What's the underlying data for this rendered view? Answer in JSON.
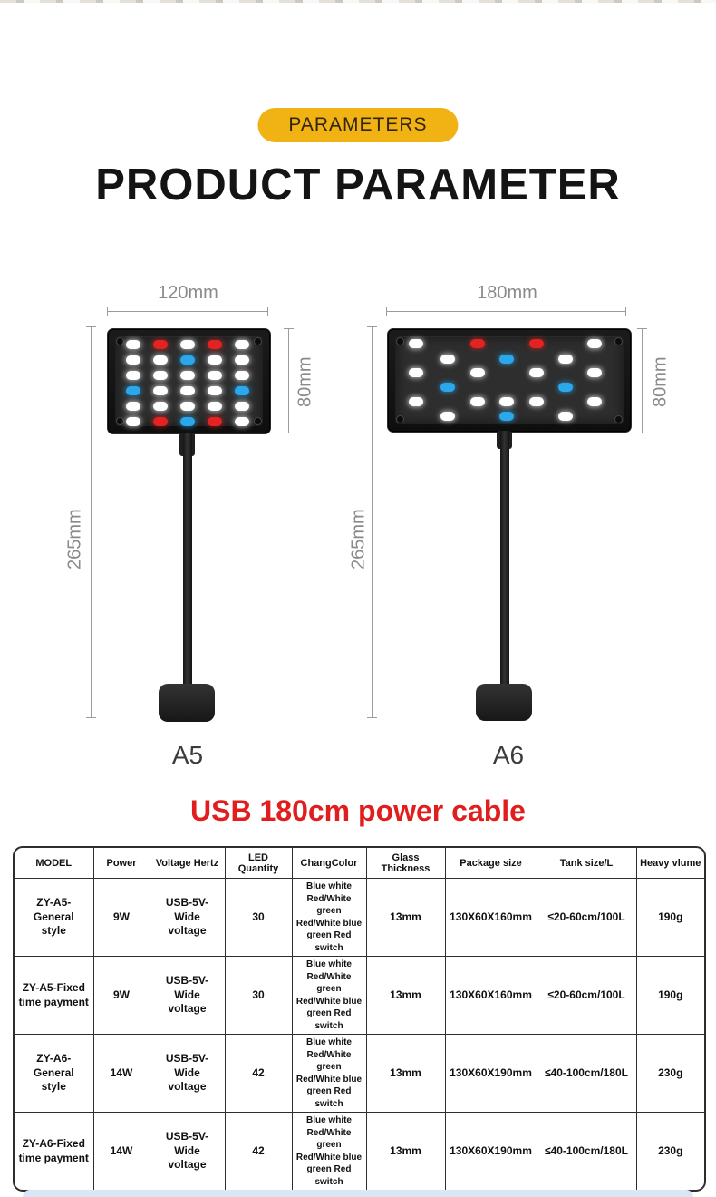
{
  "badge": {
    "label": "PARAMETERS"
  },
  "title": "PRODUCT PARAMETER",
  "cable_note": "USB 180cm power cable",
  "colors": {
    "accent_yellow": "#F1B214",
    "red_text": "#E11D1D",
    "led_red": "#E32222",
    "led_blue": "#2BA7EC",
    "led_white": "#FFFFFF",
    "dim_gray": "#8A8A8A"
  },
  "lamps": [
    {
      "name": "A5",
      "width_label": "120mm",
      "height_label": "80mm",
      "stem_label": "265mm",
      "led_grid": [
        "WRWRW",
        "WWBWW",
        "WWWWW",
        "BWWWB",
        "WWWWW",
        "WRBRW"
      ]
    },
    {
      "name": "A6",
      "width_label": "180mm",
      "height_label": "80mm",
      "stem_label": "265mm",
      "leds": [
        [
          23,
          8,
          "W"
        ],
        [
          91,
          8,
          "R"
        ],
        [
          156,
          8,
          "R"
        ],
        [
          220,
          8,
          "W"
        ],
        [
          58,
          25,
          "W"
        ],
        [
          123,
          25,
          "B"
        ],
        [
          188,
          25,
          "W"
        ],
        [
          23,
          40,
          "W"
        ],
        [
          91,
          40,
          "W"
        ],
        [
          156,
          40,
          "W"
        ],
        [
          220,
          40,
          "W"
        ],
        [
          58,
          56,
          "B"
        ],
        [
          188,
          56,
          "B"
        ],
        [
          23,
          72,
          "W"
        ],
        [
          91,
          72,
          "W"
        ],
        [
          123,
          72,
          "W"
        ],
        [
          156,
          72,
          "W"
        ],
        [
          220,
          72,
          "W"
        ],
        [
          58,
          88,
          "W"
        ],
        [
          123,
          88,
          "B"
        ],
        [
          188,
          88,
          "W"
        ]
      ]
    }
  ],
  "table": {
    "columns": [
      "MODEL",
      "Power",
      "Voltage Hertz",
      "LED Quantity",
      "ChangColor",
      "Glass Thickness",
      "Package size",
      "Tank size/L",
      "Heavy vlume"
    ],
    "rows": [
      [
        [
          "ZY-A5-General",
          "style"
        ],
        "9W",
        [
          "USB-5V- Wide",
          "voltage"
        ],
        "30",
        [
          "Blue white",
          "Red/White green",
          "Red/White blue",
          "green Red switch"
        ],
        "13mm",
        "130X60X160mm",
        "≤20-60cm/100L",
        "190g"
      ],
      [
        [
          "ZY-A5-Fixed",
          "time payment"
        ],
        "9W",
        [
          "USB-5V- Wide",
          "voltage"
        ],
        "30",
        [
          "Blue white",
          "Red/White green",
          "Red/White blue",
          "green Red switch"
        ],
        "13mm",
        "130X60X160mm",
        "≤20-60cm/100L",
        "190g"
      ],
      [
        [
          "ZY-A6-General",
          "style"
        ],
        "14W",
        [
          "USB-5V- Wide",
          "voltage"
        ],
        "42",
        [
          "Blue white",
          "Red/White green",
          "Red/White blue",
          "green Red switch"
        ],
        "13mm",
        "130X60X190mm",
        "≤40-100cm/180L",
        "230g"
      ],
      [
        [
          "ZY-A6-Fixed",
          "time payment"
        ],
        "14W",
        [
          "USB-5V- Wide",
          "voltage"
        ],
        "42",
        [
          "Blue white",
          "Red/White green",
          "Red/White blue",
          "green Red switch"
        ],
        "13mm",
        "130X60X190mm",
        "≤40-100cm/180L",
        "230g"
      ]
    ]
  }
}
